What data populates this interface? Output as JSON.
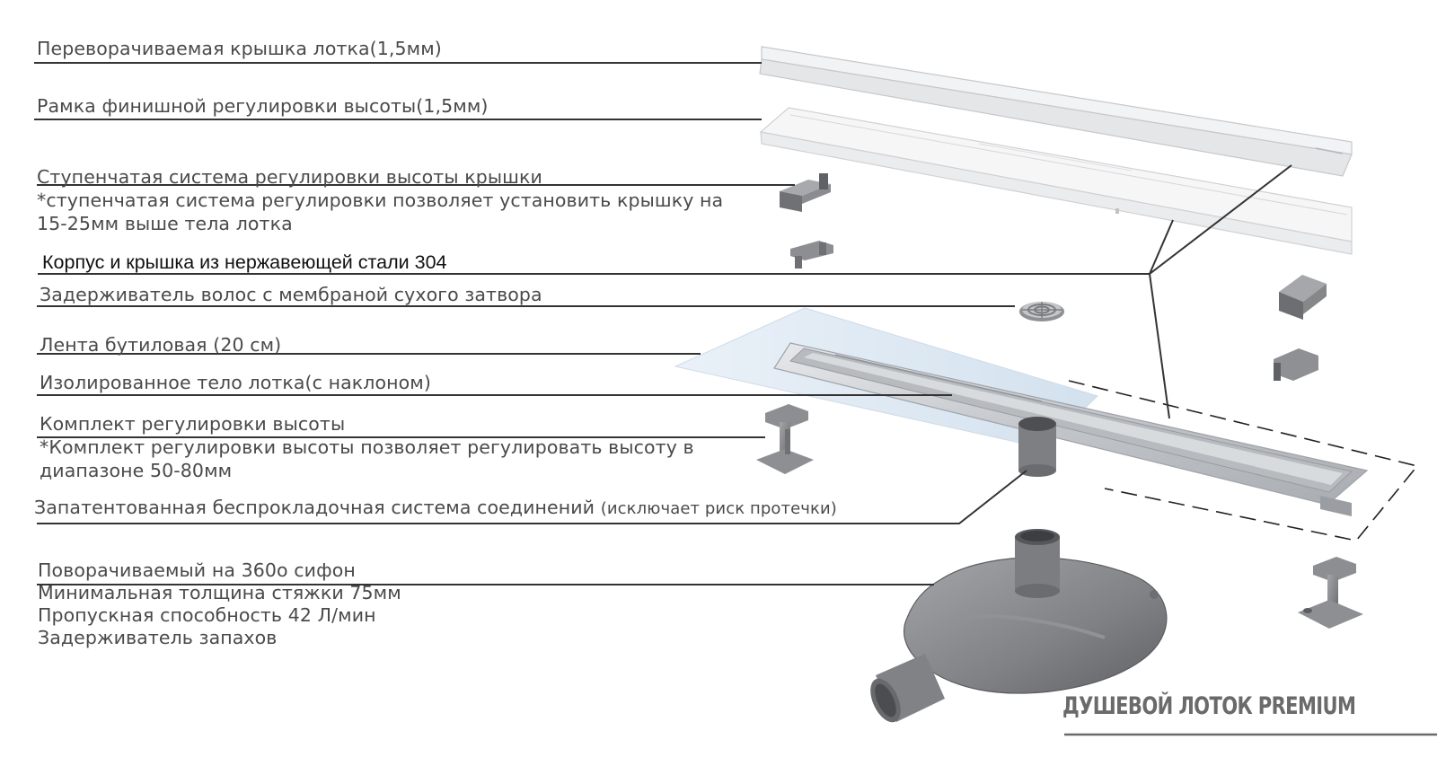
{
  "labels": {
    "cover": "Переворачиваемая крышка лотка(1,5мм)",
    "frame": "Рамка финишной регулировки высоты(1,5мм)",
    "stepped": {
      "title": "Ступенчатая система регулировки высоты крышки",
      "note_line1": "*ступенчатая система регулировки позволяет установить крышку на",
      "note_line2": "15-25мм выше тела лотка"
    },
    "steel": "Корпус и крышка из нержавеющей стали 304",
    "hair": "Задерживатель волос с мембраной сухого затвора",
    "tape": "Лента бутиловая (20 см)",
    "body": "Изолированное тело лотка(с наклоном)",
    "height_kit": {
      "title": "Комплект регулировки высоты",
      "note_line1": "*Комплект регулировки высоты позволяет регулировать высоту в",
      "note_line2": "диапазоне 50-80мм"
    },
    "connection": {
      "main": "Запатентованная беспрокладочная система соединений",
      "extra": "(исключает риск протечки)"
    },
    "siphon": {
      "title": "Поворачиваемый на 360о сифон",
      "line2": "Минимальная толщина стяжки 75мм",
      "line3": "Пропускная способность 42 Л/мин",
      "line4": "Задерживатель запахов"
    }
  },
  "brand": "ДУШЕВОЙ ЛОТОК PREMIUM",
  "colors": {
    "text": "#4a4a4a",
    "leader": "#333333",
    "part_gray": "#7e7f81",
    "steel": "#c9ccd0",
    "tape": "#dfe9f3"
  }
}
